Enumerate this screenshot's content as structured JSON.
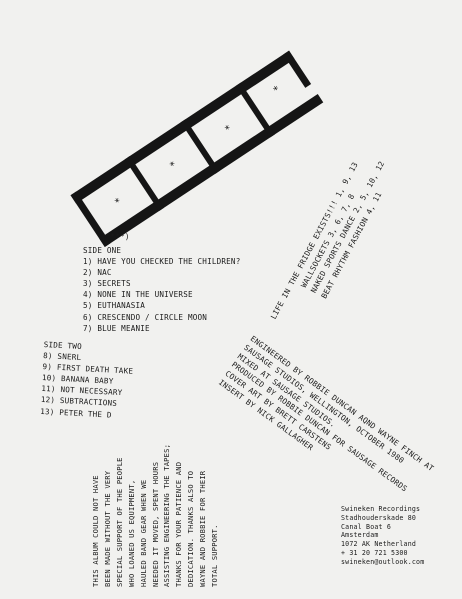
{
  "diagram_marker": "(****)",
  "frame_stars": [
    "*",
    "*",
    "*",
    "*"
  ],
  "side_one": {
    "heading": "SIDE ONE",
    "tracks": [
      "1) HAVE YOU CHECKED THE CHILDREN?",
      "2) NAC",
      "3) SECRETS",
      "4) NONE IN THE UNIVERSE",
      "5) EUTHANASIA",
      "6) CRESCENDO / CIRCLE MOON",
      "7) BLUE MEANIE"
    ]
  },
  "side_two": {
    "heading": "SIDE TWO",
    "tracks": [
      "8) SNERL",
      "9) FIRST DEATH TAKE",
      "10) BANANA BABY",
      "11) NOT NECESSARY",
      "12) SUBTRACTIONS",
      "13) PETER THE D"
    ]
  },
  "diagonal_right": [
    "LIFE IN THE FRIDGE EXISTS!!!  1, 9, 13",
    "WALLSOCKETS  3, 6, 7, 8",
    "NAKED SPORTS DANCE  2, 5, 10, 12",
    "BEAT RHYTHM FASHION  4, 11"
  ],
  "credits": [
    "ENGINEERED BY ROBBIE DUNCAN AQND WAYNE FINCH AT",
    "SAUSAGE STUDIOS, WELLINGTON, OCTOBER 1980",
    "MIXED AT SAUSAGE STUDIOS.",
    "PRODUCED BY ROBBIE DUNCAN FOR SAUSAGE RECORDS",
    "COVER ART BY BRETT CARSTENS",
    "INSERT BY NICK GALLAGHER"
  ],
  "thanks": [
    "THIS ALBUM COULD NOT HAVE",
    "BEEN MADE WITHOUT THE VERY",
    "SPECIAL SUPPORT OF THE PEOPLE",
    "WHO LOANED US EQUIPMENT,",
    "HAULED BAND GEAR WHEN WE",
    "NEEDED IT MOVED, SPENT HOURS",
    "ASSISTING ENGINEERING THE TAPES;",
    "THANKS FOR YOUR PATIENCE AND",
    "DEDICATION. THANKS ALSO TO",
    "WAYNE AND ROBBIE FOR THEIR",
    "TOTAL SUPPORT."
  ],
  "footer": [
    "Swineken Recordings",
    "Stadhouderskade 80",
    "Canal Boat 6",
    "Amsterdam",
    "1072 AK Netherland",
    "+ 31 20 721 5300",
    "swineken@outlook.com"
  ]
}
